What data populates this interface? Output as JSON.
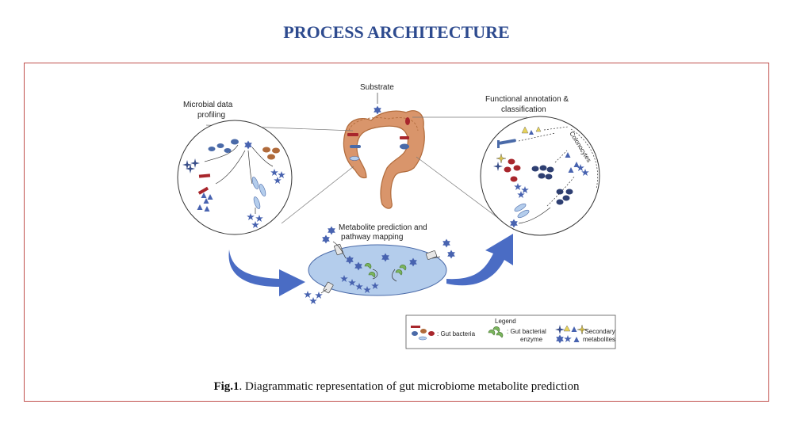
{
  "title": "PROCESS ARCHITECTURE",
  "labels": {
    "substrate": "Substrate",
    "microbial_line1": "Microbial data",
    "microbial_line2": "profiling",
    "functional_line1": "Functional annotation &",
    "functional_line2": "classification",
    "colonocytes": "Colonocytes",
    "metabolite_line1": "Metabolite prediction and",
    "metabolite_line2": "pathway mapping"
  },
  "legend": {
    "title": "Legend",
    "gut_bacteria": ": Gut bacteria",
    "enzyme_line1": ": Gut bacterial",
    "enzyme_line2": "enzyme",
    "secondary_line1": ": Secondary",
    "secondary_line2": "metabolites"
  },
  "caption": {
    "bold": "Fig.1",
    "rest": ". Diagrammatic representation of gut microbiome metabolite prediction"
  },
  "colors": {
    "title": "#2e4b8f",
    "border": "#c0504d",
    "colon": "#d9956b",
    "arrow": "#4a6cc4",
    "ellipse_fill": "#b4cdec",
    "star": "#4863b0",
    "bacteria_red": "#a8262c",
    "bacteria_blue": "#4a6aa8",
    "bacteria_orange": "#b06a3a",
    "enzyme": "#7ab55c",
    "yellow": "#e8d35a"
  }
}
